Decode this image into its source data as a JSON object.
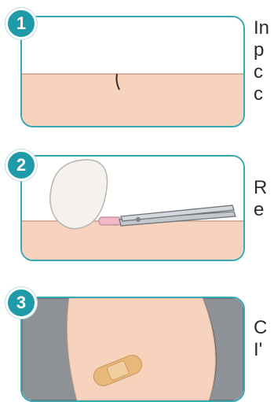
{
  "steps": [
    {
      "number": "1",
      "text_fragment": "In\np\nc\nc",
      "illustration": "skin-cross-section-with-incision"
    },
    {
      "number": "2",
      "text_fragment": "R\ne",
      "illustration": "finger-pressing-skin-with-forceps"
    },
    {
      "number": "3",
      "text_fragment": "C\nI'",
      "illustration": "arm-with-adhesive-bandage"
    }
  ],
  "colors": {
    "accent": "#1f9aa9",
    "panel_border": "#3aa7b5",
    "skin": "#f7d2bd",
    "sleeve": "#8e9195",
    "bandage": "#e8b77a"
  }
}
